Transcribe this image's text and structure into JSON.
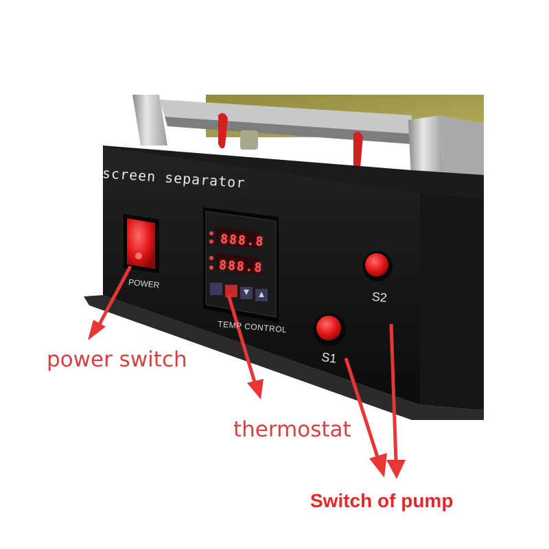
{
  "device": {
    "brand_text": "screen separator",
    "power_label": "POWER",
    "temp_control_label": "TEMP CONTROL",
    "s1_label": "S1",
    "s2_label": "S2",
    "display_top": "888.8",
    "display_bottom": "888.8"
  },
  "annotations": {
    "power_switch": "power switch",
    "thermostat": "thermostat",
    "pump_switch": "Switch of pump"
  },
  "colors": {
    "annotation_red": "#d94040",
    "arrow_red": "#e83535",
    "body_black": "#141414",
    "switch_red": "#e01e1e"
  }
}
